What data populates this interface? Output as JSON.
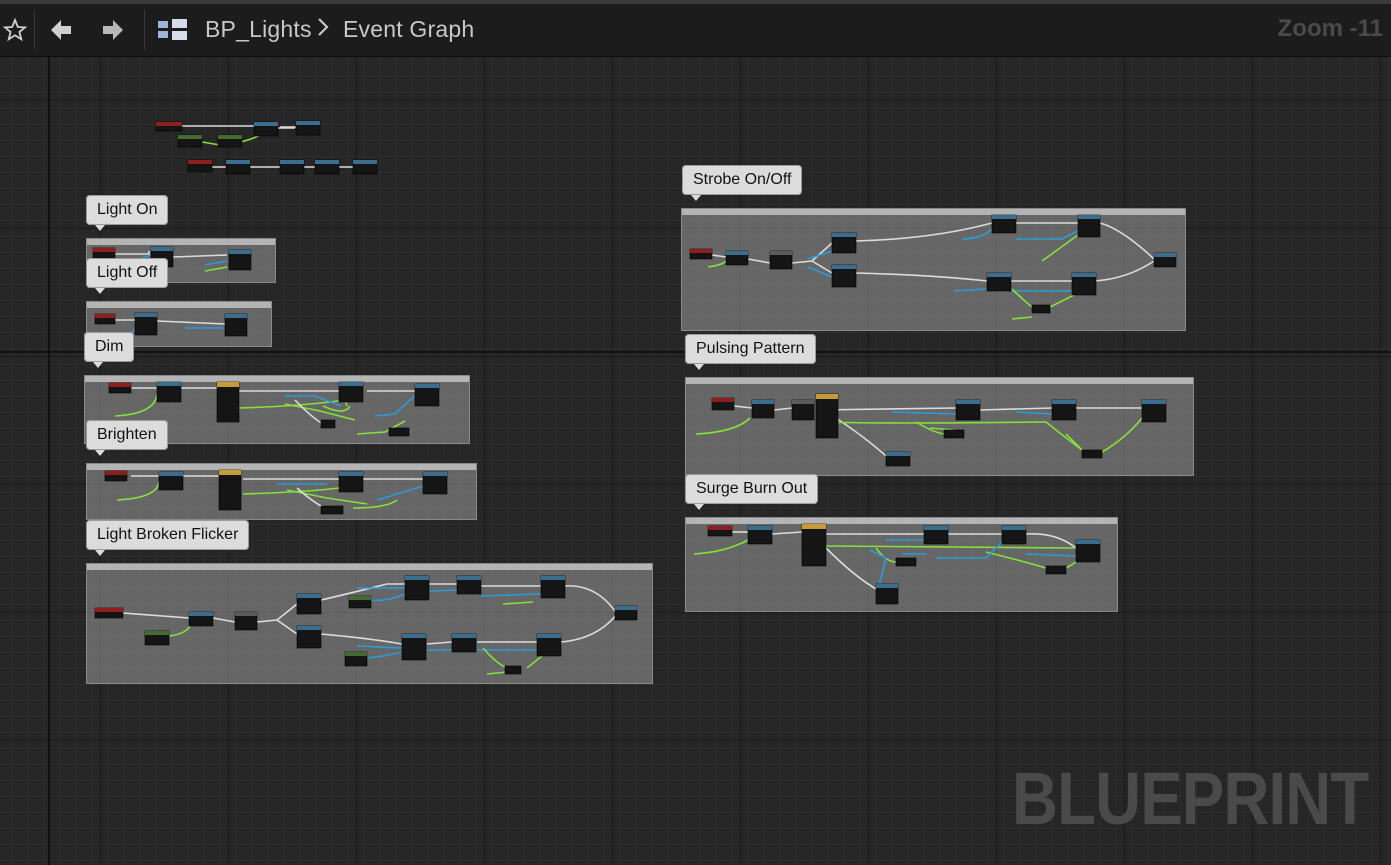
{
  "toolbar": {
    "breadcrumb_blueprint": "BP_Lights",
    "breadcrumb_graph": "Event Graph",
    "zoom": "Zoom -11"
  },
  "watermark": "BLUEPRINT",
  "comments": [
    {
      "label": "Light On"
    },
    {
      "label": "Light Off"
    },
    {
      "label": "Dim"
    },
    {
      "label": "Brighten"
    },
    {
      "label": "Light Broken Flicker"
    },
    {
      "label": "Strobe On/Off"
    },
    {
      "label": "Pulsing Pattern"
    },
    {
      "label": "Surge Burn Out"
    }
  ],
  "icons": {
    "favorite": "star-icon",
    "back": "arrow-left-icon",
    "forward": "arrow-right-icon",
    "graph": "graph-icon",
    "separator": "chevron-right-icon"
  },
  "colors": {
    "exec_wire": "#dcdcdc",
    "float_wire": "#86e03a",
    "object_wire": "#2b9bd8",
    "event_header": "#8f1e1e",
    "function_header": "#3b6d8e"
  }
}
